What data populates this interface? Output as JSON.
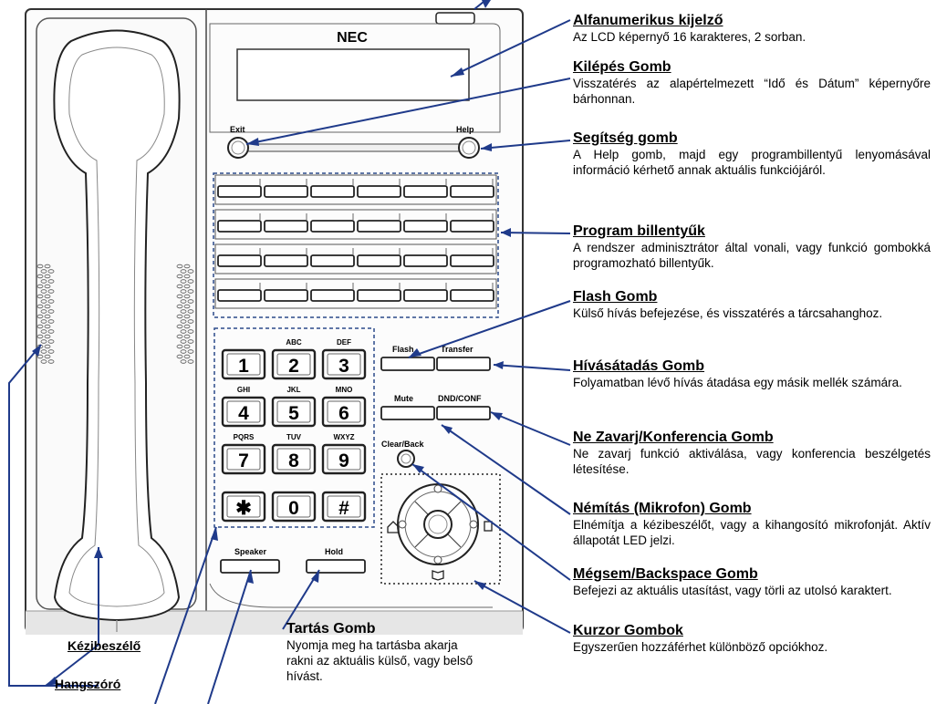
{
  "phone": {
    "brand": "NEC",
    "exit_label": "Exit",
    "help_label": "Help",
    "flash_label": "Flash",
    "transfer_label": "Transfer",
    "mute_label": "Mute",
    "dndconf_label": "DND/CONF",
    "clearback_label": "Clear/Back",
    "speaker_label": "Speaker",
    "hold_label": "Hold",
    "keypad": [
      {
        "digit": "1",
        "letters": ""
      },
      {
        "digit": "2",
        "letters": "ABC"
      },
      {
        "digit": "3",
        "letters": "DEF"
      },
      {
        "digit": "4",
        "letters": "GHI"
      },
      {
        "digit": "5",
        "letters": "JKL"
      },
      {
        "digit": "6",
        "letters": "MNO"
      },
      {
        "digit": "7",
        "letters": "PQRS"
      },
      {
        "digit": "8",
        "letters": "TUV"
      },
      {
        "digit": "9",
        "letters": "WXYZ"
      },
      {
        "digit": "✱",
        "letters": ""
      },
      {
        "digit": "0",
        "letters": ""
      },
      {
        "digit": "#",
        "letters": ""
      }
    ]
  },
  "annotations": [
    {
      "title": "Alfanumerikus kijelző",
      "desc": "Az LCD képernyő 16 karakteres, 2 sorban."
    },
    {
      "title": "Kilépés Gomb",
      "desc": "Visszatérés az alapértelmezett “Idő és Dátum” képernyőre bárhonnan."
    },
    {
      "title": "Segítség gomb",
      "desc": "A Help gomb, majd egy programbillentyű lenyomásával információ kérhető annak aktuális funkciójáról."
    },
    {
      "title": "Program billentyűk",
      "desc": "A rendszer adminisztrátor által vonali, vagy funkció gombokká programozható billentyűk."
    },
    {
      "title": "Flash Gomb",
      "desc": "Külső hívás befejezése, és visszatérés a tárcsahanghoz."
    },
    {
      "title": "Hívásátadás Gomb",
      "desc": "Folyamatban lévő hívás átadása egy másik mellék számára."
    },
    {
      "title": "Ne Zavarj/Konferencia Gomb",
      "desc": "Ne zavarj funkció aktiválása, vagy konferencia beszélgetés létesítése."
    },
    {
      "title": "Némítás (Mikrofon) Gomb",
      "desc": "Elnémítja a kézibeszélőt, vagy a kihangosító mikrofonját. Aktív állapotát LED jelzi."
    },
    {
      "title": "Mégsem/Backspace Gomb",
      "desc": "Befejezi az aktuális utasítást, vagy törli az utolsó karaktert."
    },
    {
      "title": "Kurzor Gombok",
      "desc": "Egyszerűen hozzáférhet különböző opciókhoz."
    },
    {
      "title": "Tartás Gomb",
      "desc": "Nyomja meg ha tartásba akarja rakni az aktuális külső, vagy belső hívást."
    }
  ],
  "bottom_labels": {
    "handset": "Kézibeszélő",
    "speaker": "Hangszóró"
  }
}
